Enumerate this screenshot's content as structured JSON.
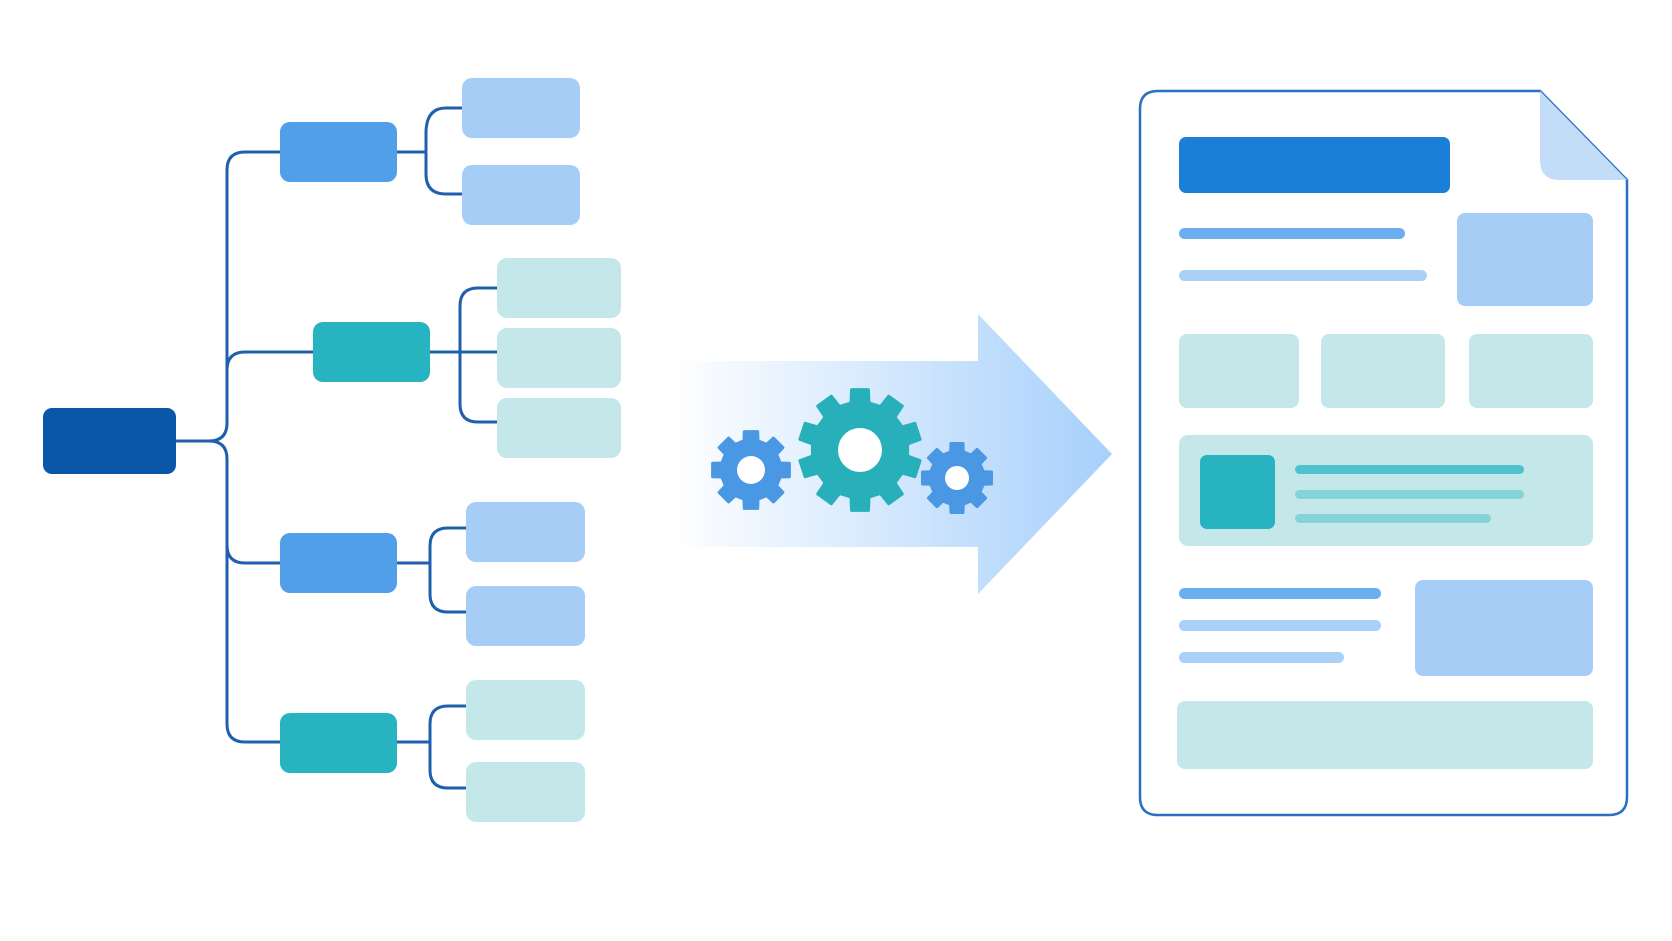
{
  "colors": {
    "background": "#ffffff",
    "connector": "#1f5fad",
    "root": "#0a56a8",
    "branch_blue": "#519ee9",
    "branch_teal": "#27b3bf",
    "leaf_blue": "#a6cdf6",
    "leaf_teal": "#c4e7ea",
    "gear_blue": "#4a97e3",
    "gear_teal": "#28b0ba",
    "arrow": "#a7d0fb",
    "doc_border": "#2a6fc0",
    "doc_fold": "#c3dcf7",
    "doc_header": "#1b7fd9"
  },
  "diagram": {
    "root": {
      "name": "root-node"
    },
    "branches": [
      {
        "name": "branch-node-1",
        "tone": "blue",
        "leaves": 2
      },
      {
        "name": "branch-node-2",
        "tone": "teal",
        "leaves": 3
      },
      {
        "name": "branch-node-3",
        "tone": "blue",
        "leaves": 2
      },
      {
        "name": "branch-node-4",
        "tone": "teal",
        "leaves": 2
      }
    ]
  },
  "process": {
    "gears": [
      "gear-icon-small-left",
      "gear-icon-large",
      "gear-icon-small-right"
    ],
    "arrow": "arrow-right-icon"
  },
  "document": {
    "icon": "document-icon"
  }
}
